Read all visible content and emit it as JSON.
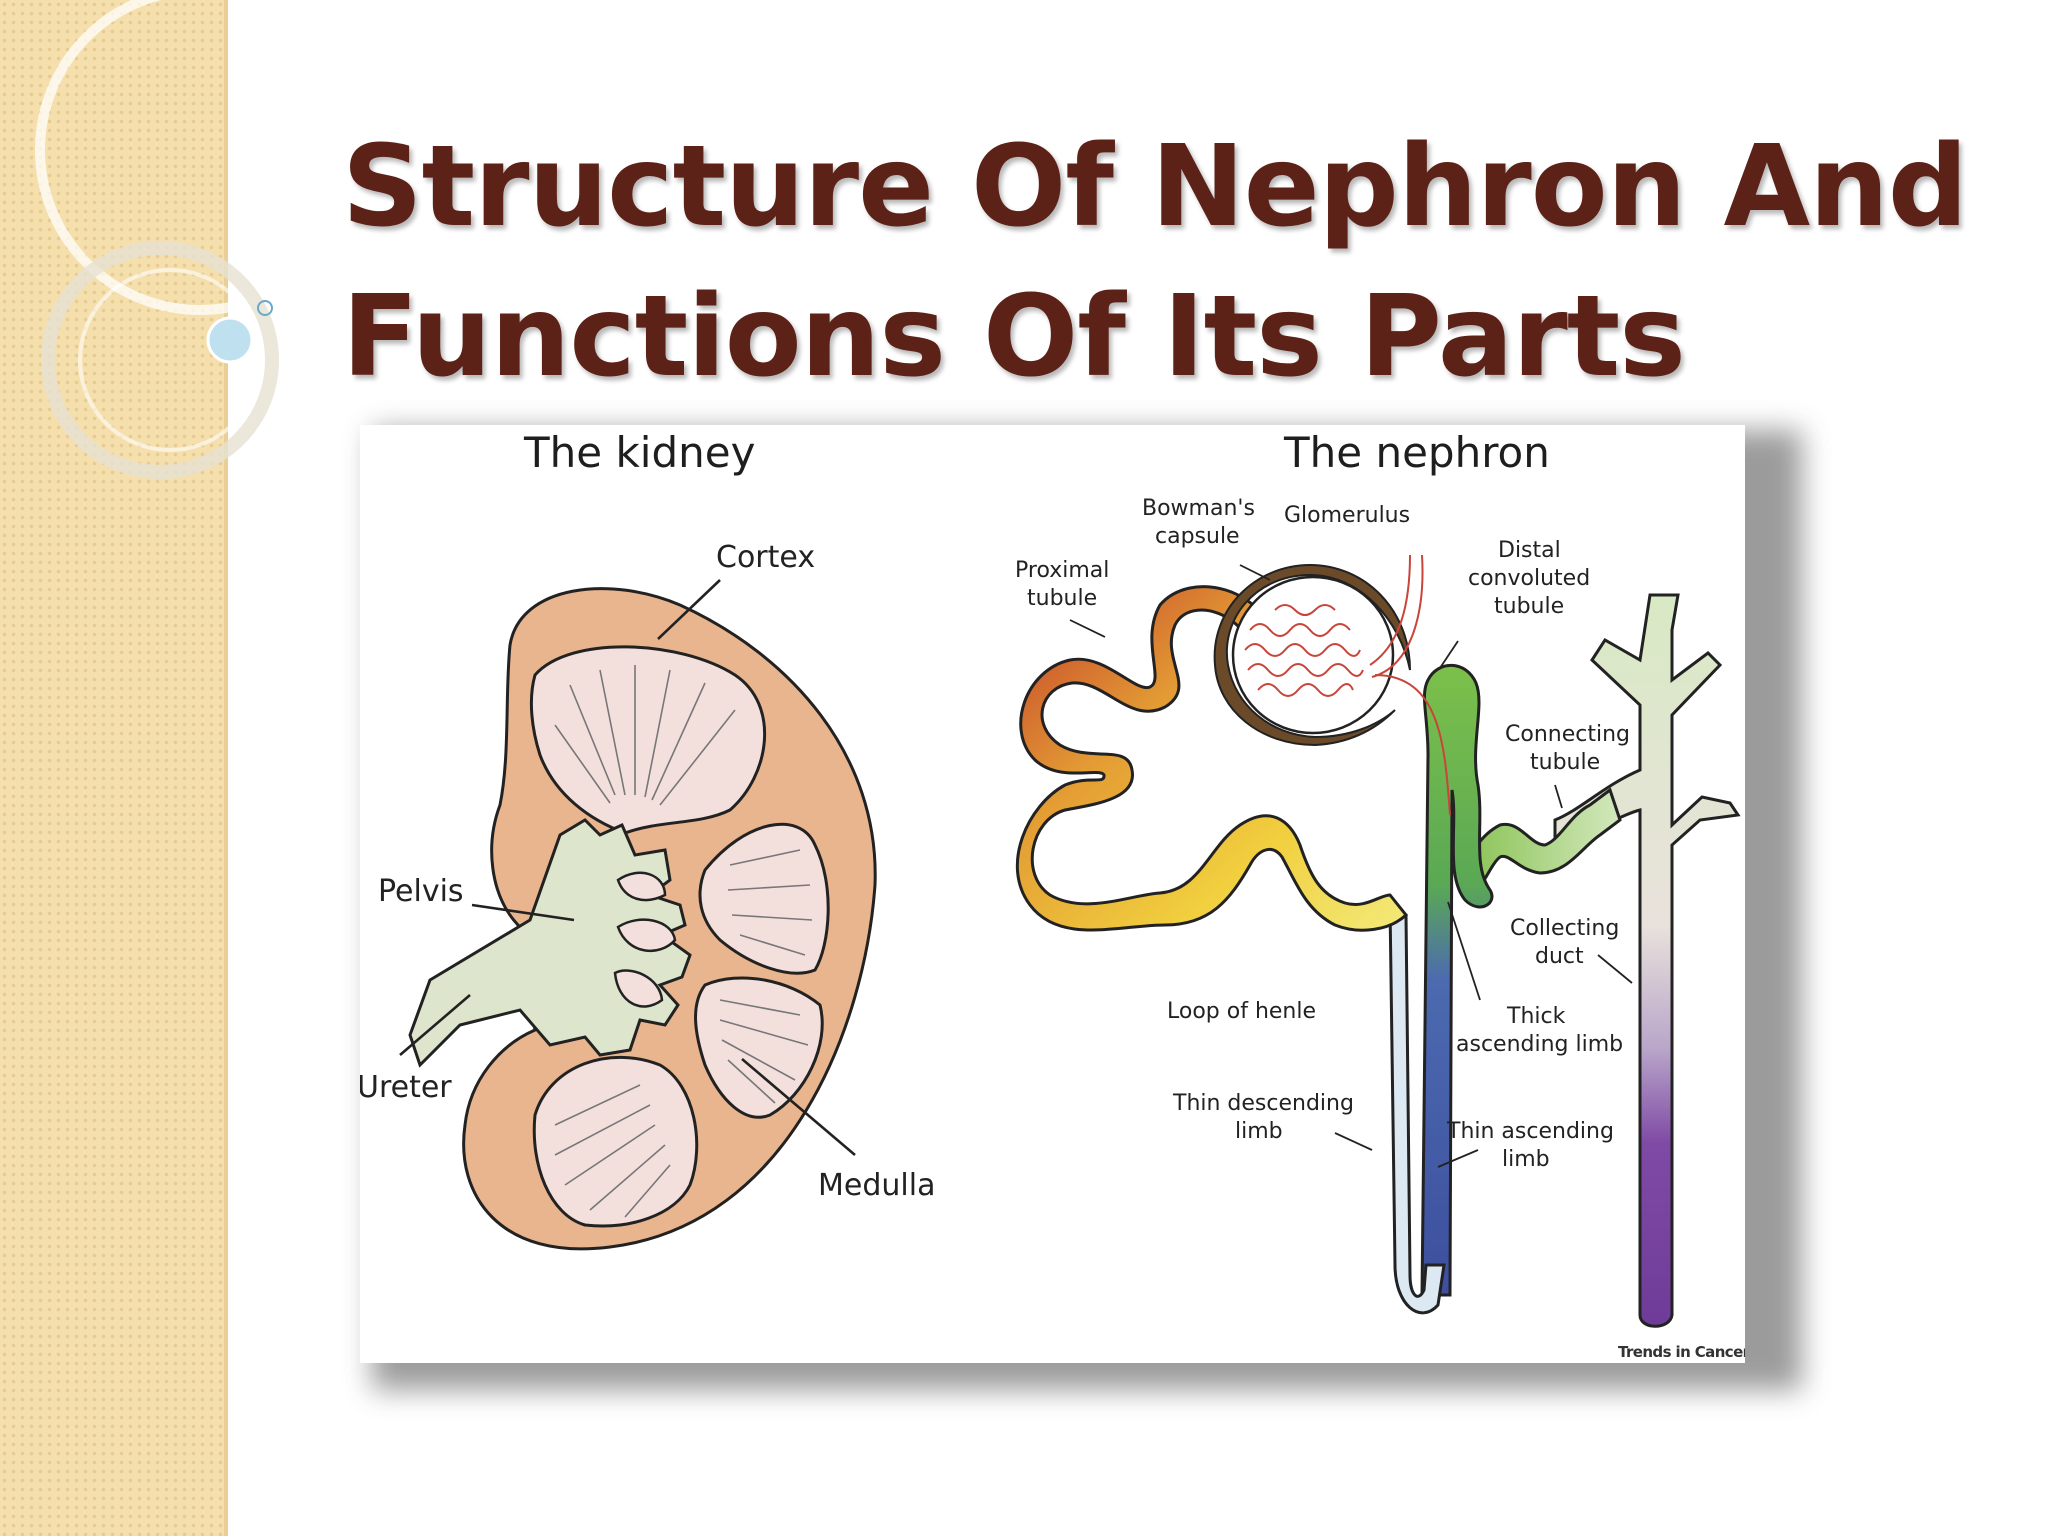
{
  "slide": {
    "title_line_1": "Structure Of Nephron And",
    "title_line_2": "Functions Of Its Parts"
  },
  "figure": {
    "kidney": {
      "heading": "The kidney",
      "labels": {
        "cortex": "Cortex",
        "pelvis": "Pelvis",
        "ureter": "Ureter",
        "medulla": "Medulla"
      }
    },
    "nephron": {
      "heading": "The nephron",
      "labels": {
        "bowmans_capsule": [
          "Bowman's",
          "capsule"
        ],
        "glomerulus": "Glomerulus",
        "proximal_tubule": [
          "Proximal",
          "tubule"
        ],
        "distal_convoluted_tubule": [
          "Distal",
          "convoluted",
          "tubule"
        ],
        "connecting_tubule": [
          "Connecting",
          "tubule"
        ],
        "collecting_duct": [
          "Collecting",
          "duct"
        ],
        "loop_of_henle": "Loop of henle",
        "thick_ascending_limb": [
          "Thick",
          "ascending limb"
        ],
        "thin_descending_limb": [
          "Thin descending",
          "limb"
        ],
        "thin_ascending_limb": [
          "Thin ascending",
          "limb"
        ]
      }
    },
    "credit": "Trends in Cancer"
  },
  "colors": {
    "title": "#5c2218",
    "sidebar": "#f5dfad",
    "cortex": "#e9b58f",
    "medulla": "#f3e0dc",
    "pelvis": "#dde5cd",
    "proximal_tubule": "#d9a03a",
    "distal_tubule": "#8cc04b",
    "thick_limb": "#4c62ad",
    "collecting_duct_top": "#d6e8c2",
    "collecting_duct_bottom": "#7a4aa0"
  }
}
